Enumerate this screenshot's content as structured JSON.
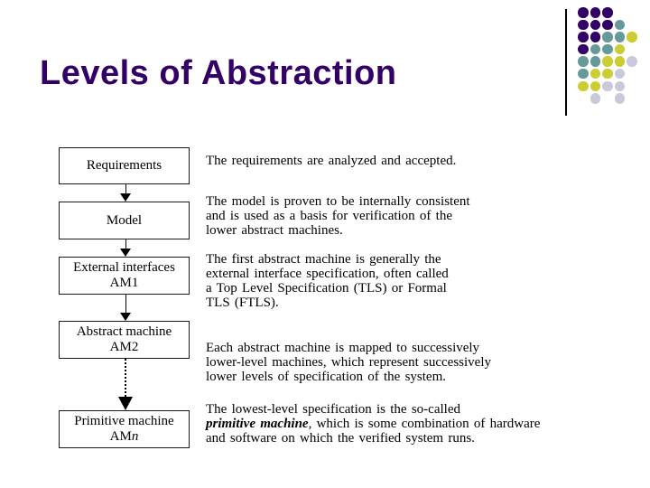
{
  "slide": {
    "title": "Levels of Abstraction",
    "title_color": "#330066",
    "background": "#ffffff"
  },
  "decoration": {
    "line_color": "#000000",
    "dot_colors": {
      "P": "#330066",
      "T": "#669999",
      "Y": "#cccc33",
      "L": "#c9c9db"
    },
    "dot_grid": [
      [
        "P",
        "P",
        "P",
        "",
        ""
      ],
      [
        "P",
        "P",
        "P",
        "T",
        ""
      ],
      [
        "P",
        "P",
        "T",
        "T",
        "Y"
      ],
      [
        "P",
        "T",
        "T",
        "Y",
        ""
      ],
      [
        "T",
        "T",
        "Y",
        "Y",
        "L"
      ],
      [
        "T",
        "Y",
        "Y",
        "L",
        ""
      ],
      [
        "Y",
        "Y",
        "L",
        "L",
        ""
      ],
      [
        "",
        "L",
        "",
        "L",
        ""
      ]
    ]
  },
  "diagram": {
    "boxes": [
      {
        "line1": "Requirements"
      },
      {
        "line1": "Model"
      },
      {
        "line1": "External interfaces",
        "line2": "AM1"
      },
      {
        "line1": "Abstract machine",
        "line2": "AM2"
      },
      {
        "line1": "Primitive machine",
        "line2_prefix": "AM",
        "line2_italic": "n"
      }
    ]
  },
  "annotations": [
    {
      "lines": [
        "The requirements are analyzed and accepted."
      ]
    },
    {
      "lines": [
        "The model is proven to be internally consistent",
        "and is used as a basis for verification of the",
        "lower abstract machines."
      ]
    },
    {
      "lines": [
        "The first abstract machine is generally the",
        "external interface specification, often called",
        "a Top Level Specification (TLS) or Formal",
        "TLS (FTLS)."
      ]
    },
    {
      "lines": [
        "Each abstract machine is mapped to successively",
        "lower-level machines, which represent successively",
        "lower levels of specification of the system."
      ]
    },
    {
      "line1": "The lowest-level specification is the so-called",
      "line2_em": "primitive machine",
      "line2_rest": ", which is some combination of hardware",
      "line3": "and software on which the verified system runs."
    }
  ]
}
